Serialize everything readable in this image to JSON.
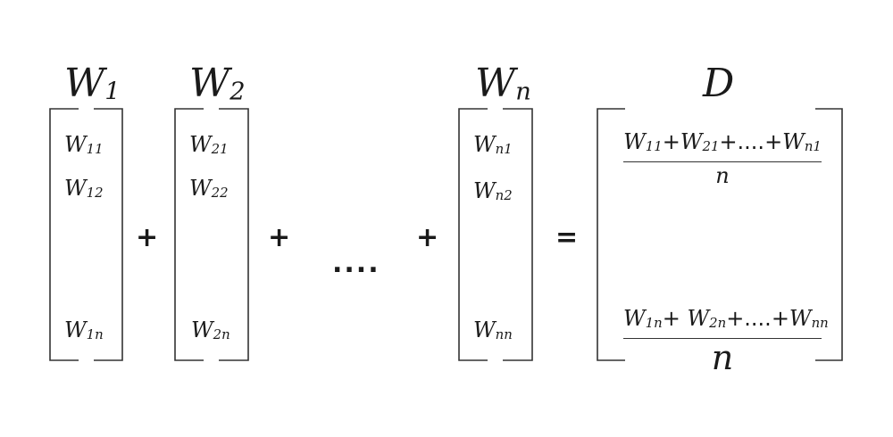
{
  "matrices": [
    {
      "head": "W",
      "head_sub": "1",
      "entries": [
        {
          "base": "W",
          "sub": "11"
        },
        {
          "base": "W",
          "sub": "12"
        },
        {
          "base": "W",
          "sub": "1n"
        }
      ]
    },
    {
      "head": "W",
      "head_sub": "2",
      "entries": [
        {
          "base": "W",
          "sub": "21"
        },
        {
          "base": "W",
          "sub": "22"
        },
        {
          "base": "W",
          "sub": "2n"
        }
      ]
    },
    {
      "head": "W",
      "head_sub": "n",
      "entries": [
        {
          "base": "W",
          "sub": "n1"
        },
        {
          "base": "W",
          "sub": "n2"
        },
        {
          "base": "W",
          "sub": "nn"
        }
      ]
    }
  ],
  "operators": {
    "plus": "+",
    "dots": "....",
    "equals": "="
  },
  "result": {
    "head": "D",
    "top": {
      "terms": [
        {
          "base": "W",
          "sub": "11"
        },
        {
          "op": "+"
        },
        {
          "base": "W",
          "sub": "21"
        },
        {
          "op": "+....+"
        },
        {
          "base": "W",
          "sub": "n1"
        }
      ],
      "denominator": "n"
    },
    "bottom": {
      "terms": [
        {
          "base": "W",
          "sub": "1n"
        },
        {
          "op": "+ "
        },
        {
          "base": "W",
          "sub": "2n"
        },
        {
          "op": "+....+"
        },
        {
          "base": "W",
          "sub": "nn"
        }
      ],
      "denominator": "n"
    }
  }
}
